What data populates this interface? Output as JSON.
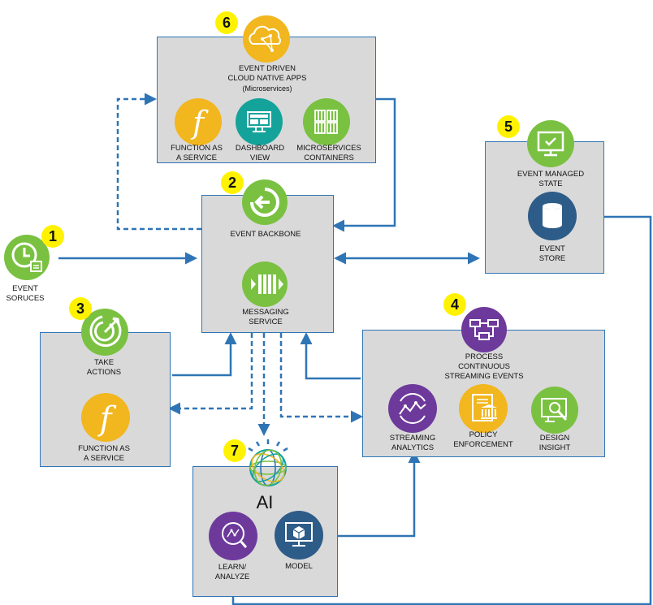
{
  "colors": {
    "connector": "#2f75b5",
    "box_fill": "#d9d9d9",
    "badge": "#fff200",
    "green": "#7ac142",
    "yellow": "#f2b61e",
    "teal": "#14a39a",
    "purple": "#6d3a9c",
    "navy": "#2e5c88"
  },
  "badges": {
    "one": "1",
    "two": "2",
    "three": "3",
    "four": "4",
    "five": "5",
    "six": "6",
    "seven": "7"
  },
  "cloud_apps": {
    "title_line1": "EVENT DRIVEN",
    "title_line2": "CLOUD NATIVE APPS",
    "title_line3": "(Microservices)",
    "faas_line1": "FUNCTION AS",
    "faas_line2": "A SERVICE",
    "dashboard_line1": "DASHBOARD",
    "dashboard_line2": "VIEW",
    "micro_line1": "MICROSERVICES",
    "micro_line2": "CONTAINERS"
  },
  "backbone": {
    "title": "EVENT BACKBONE",
    "messaging_line1": "MESSAGING",
    "messaging_line2": "SERVICE"
  },
  "sources": {
    "line1": "EVENT",
    "line2": "SORUCES"
  },
  "actions": {
    "take_line1": "TAKE",
    "take_line2": "ACTIONS",
    "faas_line1": "FUNCTION AS",
    "faas_line2": "A SERVICE"
  },
  "streaming": {
    "title_line1": "PROCESS",
    "title_line2": "CONTINUOUS",
    "title_line3": "STREAMING EVENTS",
    "analytics_line1": "STREAMING",
    "analytics_line2": "ANALYTICS",
    "policy_line1": "POLICY",
    "policy_line2": "ENFORCEMENT",
    "design_line1": "DESIGN",
    "design_line2": "INSIGHT"
  },
  "state": {
    "managed_line1": "EVENT MANAGED",
    "managed_line2": "STATE",
    "store_line1": "EVENT",
    "store_line2": "STORE"
  },
  "ai": {
    "title": "AI",
    "learn_line1": "LEARN/",
    "learn_line2": "ANALYZE",
    "model": "MODEL"
  },
  "icons": [
    "cloud-network-icon",
    "function-icon",
    "dashboard-icon",
    "containers-icon",
    "refresh-arrow-icon",
    "messaging-icon",
    "clock-calendar-icon",
    "target-icon",
    "flow-chart-icon",
    "wave-chart-icon",
    "bank-document-icon",
    "chart-magnifier-icon",
    "monitor-check-icon",
    "database-icon",
    "globe-icon",
    "magnifier-graph-icon",
    "cube-monitor-icon"
  ]
}
